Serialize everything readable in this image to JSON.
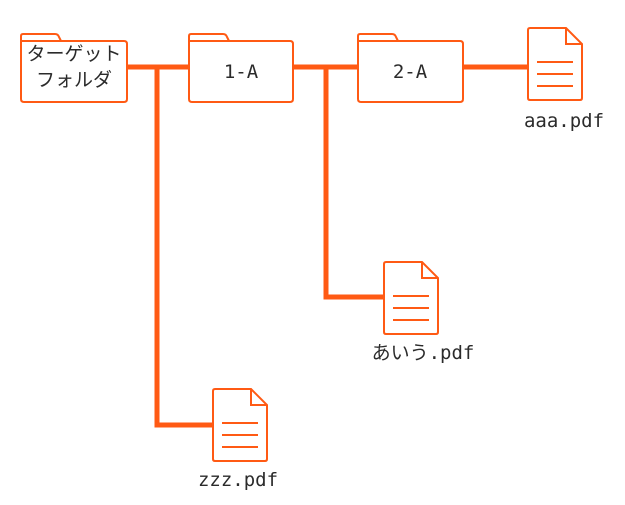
{
  "accent_color": "#ff5a14",
  "nodes": {
    "target_folder": {
      "icon": "folder-icon",
      "label_line1": "ターゲット",
      "label_line2": "フォルダ"
    },
    "folder_1a": {
      "icon": "folder-icon",
      "label": "1-A"
    },
    "folder_2a": {
      "icon": "folder-icon",
      "label": "2-A"
    },
    "file_aaa": {
      "icon": "document-icon",
      "label": "aaa.pdf"
    },
    "file_aiu": {
      "icon": "document-icon",
      "label": "あいう.pdf"
    },
    "file_zzz": {
      "icon": "document-icon",
      "label": "zzz.pdf"
    }
  }
}
